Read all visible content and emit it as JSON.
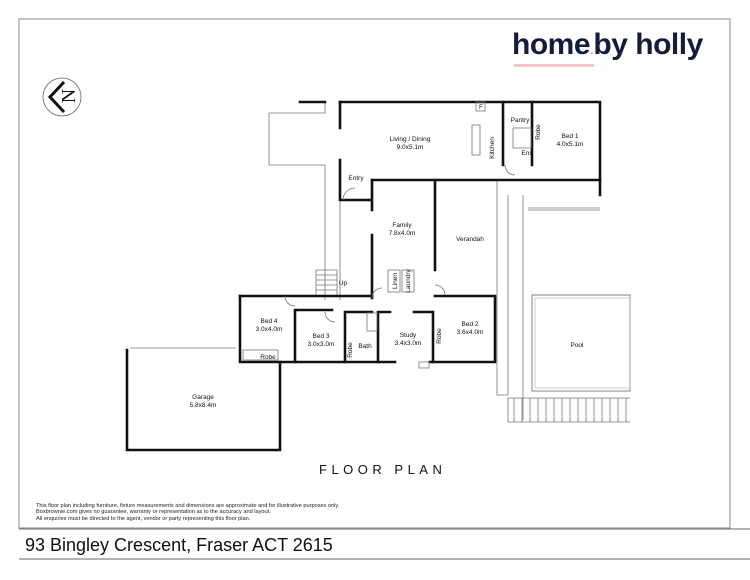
{
  "brand": {
    "logo_text": "home by holly",
    "logo_part1": "home",
    "logo_part2": "by holly",
    "primary_color": "#141c3c",
    "accent_color": "#f5c6c6"
  },
  "compass": {
    "icon": "north-arrow-icon",
    "letter": "N"
  },
  "rooms": {
    "living": {
      "name": "Living / Dining",
      "size": "9.0x5.1m"
    },
    "kitchen": {
      "name": "Kitchen"
    },
    "fridge": {
      "name": "F"
    },
    "pantry": {
      "name": "Pantry"
    },
    "robe1": {
      "name": "Robe"
    },
    "ens": {
      "name": "Ens"
    },
    "bed1": {
      "name": "Bed 1",
      "size": "4.0x5.1m"
    },
    "entry": {
      "name": "Entry"
    },
    "family": {
      "name": "Family",
      "size": "7.8x4.0m"
    },
    "verandah": {
      "name": "Verandah"
    },
    "linen": {
      "name": "Linen"
    },
    "laundry": {
      "name": "Laundry"
    },
    "up": {
      "name": "Up"
    },
    "bed4": {
      "name": "Bed 4",
      "size": "3.0x4.0m"
    },
    "robe4": {
      "name": "Robe"
    },
    "bed3": {
      "name": "Bed 3",
      "size": "3.0x3.0m"
    },
    "robe3": {
      "name": "Robe"
    },
    "bath": {
      "name": "Bath"
    },
    "study": {
      "name": "Study",
      "size": "3.4x3.0m"
    },
    "robe2": {
      "name": "Robe"
    },
    "bed2": {
      "name": "Bed 2",
      "size": "3.6x4.0m"
    },
    "pool": {
      "name": "Pool"
    },
    "garage": {
      "name": "Garage",
      "size": "5.8x8.4m"
    }
  },
  "plan_title": "FLOOR PLAN",
  "disclaimer": [
    "This floor plan including furniture, fixture measurements and dimensions are approximate and for illustrative purposes only.",
    "Boxbrownie.com gives no guarantee, warranty or representation as to the accuracy and layout.",
    "All enquiries must be directed to the agent, vendor or party representing this floor plan."
  ],
  "address": "93 Bingley Crescent, Fraser ACT 2615"
}
